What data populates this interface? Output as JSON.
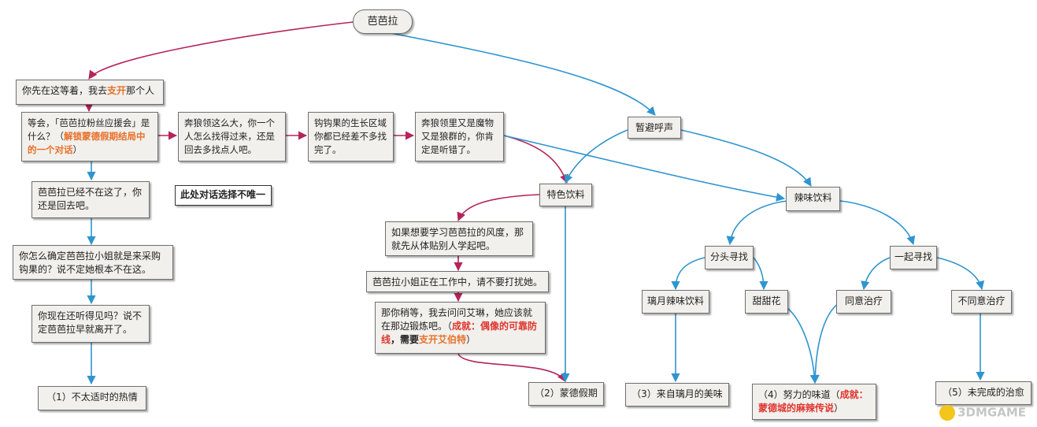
{
  "diagram": {
    "root": "芭芭拉",
    "left_branch": {
      "n1": {
        "a": "你先在这等着，我去",
        "hl": "支开",
        "b": "那个人"
      },
      "n2": {
        "a": "等会，「芭芭拉粉丝应援会」是什么？（",
        "hl": "解锁蒙德假期结局中的一个对话",
        "b": "）"
      },
      "n3": "奔狼领这么大，你一个人怎么找得过来，还是回去多找点人吧。",
      "n4": "钩钩果的生长区域你都已经差不多找完了。",
      "n5": "奔狼领里又是魔物又是狼群的，你肯定是听错了。",
      "n6": "芭芭拉已经不在这了，你还是回去吧。",
      "n7": "你怎么确定芭芭拉小姐就是来采购钩果的？说不定她根本不在这。",
      "n8": "你现在还听得见吗？说不定芭芭拉早就离开了。",
      "end1": "（1）不太适时的热情",
      "note": "此处对话选择不唯一"
    },
    "middle_branch": {
      "temp_avoid": "暂避呼声",
      "special_drink": "特色饮料",
      "m1": "如果想要学习芭芭拉的风度，那就先从体贴别人学起吧。",
      "m2": "芭芭拉小姐正在工作中，请不要打扰她。",
      "m3": {
        "a": "那你稍等，我去问问艾琳，她应该就在那边锻炼吧。（",
        "ach": "成就：偶像的可靠防线",
        "b": "，需要",
        "hl": "支开艾伯特",
        "c": "）"
      },
      "end2": "（2）蒙德假期"
    },
    "right_branch": {
      "spicy_drink": "辣味饮料",
      "split_search": "分头寻找",
      "together_search": "一起寻找",
      "liyue_drink": "璃月辣味饮料",
      "sweet_flower": "甜甜花",
      "agree_heal": "同意治疗",
      "disagree_heal": "不同意治疗",
      "end3": "（3）来自璃月的美味",
      "end4": {
        "a": "（4）努力的味道（",
        "ach": "成就：蒙德城的麻辣传说",
        "b": "）"
      },
      "end5": "（5）未完成的治愈"
    },
    "watermark": "3DMGAME",
    "colors": {
      "crimson": "#b5245a",
      "blue": "#2f95cf",
      "orange": "#e8702a",
      "red": "#e0362f"
    }
  }
}
